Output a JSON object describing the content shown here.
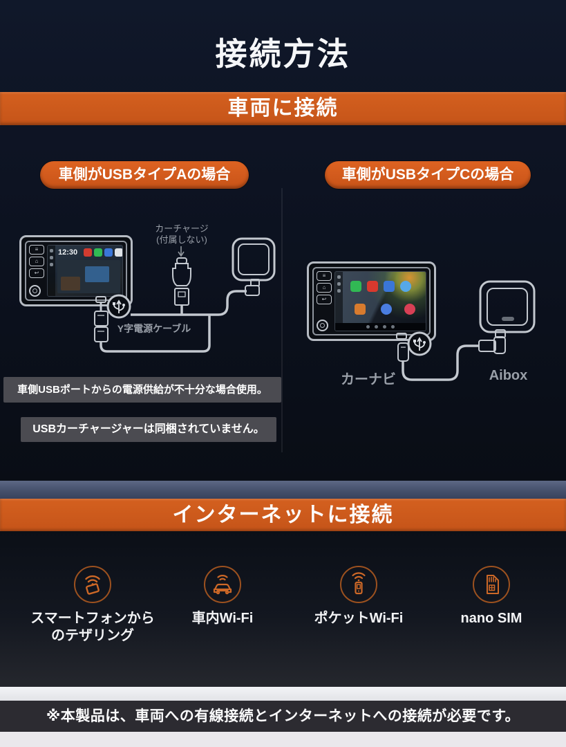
{
  "title": "接続方法",
  "vehicle_section": {
    "banner": "車両に接続",
    "usb_a_case": {
      "heading": "車側がUSBタイプAの場合",
      "car_charger_label": "カーチャージ",
      "car_charger_note": "(付属しない)",
      "y_cable_label": "Y字電源ケーブル",
      "screen_time": "12:30",
      "note_power": "車側USBポートからの電源供給が不十分な場合使用。",
      "note_charger": "USBカーチャージャーは同梱されていません。"
    },
    "usb_c_case": {
      "heading": "車側がUSBタイプCの場合",
      "head_unit_label": "カーナビ",
      "aibox_label": "Aibox"
    }
  },
  "internet_section": {
    "banner": "インターネットに接続",
    "options": [
      {
        "icon": "smartphone-tethering-icon",
        "line1": "スマートフォンから",
        "line2": "のテザリング"
      },
      {
        "icon": "car-wifi-icon",
        "line1": "車内Wi-Fi",
        "line2": ""
      },
      {
        "icon": "pocket-wifi-icon",
        "line1": "ポケットWi-Fi",
        "line2": ""
      },
      {
        "icon": "nano-sim-icon",
        "line1": "nano SIM",
        "line2": ""
      }
    ]
  },
  "footer": {
    "note": "※本製品は、車両への有線接続とインターネットへの接続が必要です。"
  },
  "colors": {
    "accent_orange": "#d2591d",
    "background_navy": "#0d1220",
    "note_box_gray": "#4b4b51",
    "line_art_gray": "#c3c8cf",
    "label_gray": "#999fa8",
    "icon_orange": "#cd6827"
  }
}
